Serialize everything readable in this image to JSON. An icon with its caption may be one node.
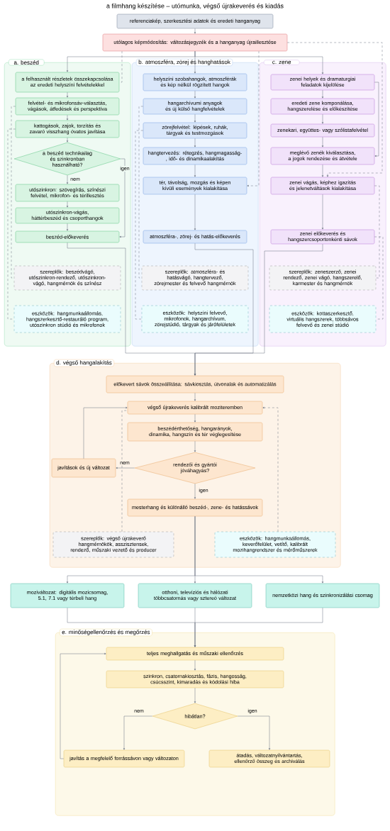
{
  "diagram": {
    "title": "a filmhang készítése – utómunka, végső újrakeverés és kiadás",
    "nodes": [
      {
        "text": [
          "referenciakép, szerkesztési adatok és eredeti hanganyag"
        ]
      },
      {
        "text": [
          "utólagos képmódosítás: változásjegyzék és a hanganyag újraillesztése"
        ]
      },
      {
        "text": [
          "a. beszéd"
        ]
      },
      {
        "text": [
          "b. atmoszféra, zörej és hanghatások"
        ]
      },
      {
        "text": [
          "c. zene"
        ]
      },
      {
        "text": [
          "a felhasznált részletek összekapcsolása az eredeti helyszíni felvételekkel"
        ],
        "in": 2
      },
      {
        "text": [
          "felvétel- és mikrofonsáv-választás, vágások, átfedések és perspektíva"
        ],
        "in": 2
      },
      {
        "text": [
          "kattogások, zajok, torzítás és zavaró visszhang óvatos javítása"
        ],
        "in": 2
      },
      {
        "text": [
          "a beszéd technikailag és szinkronban használható?"
        ],
        "in": 2
      },
      {
        "text": [
          "utószinkron: szövegírás, színészi felvétel, mikrofon- és térillesztés"
        ],
        "in": 2
      },
      {
        "text": [
          "utószinkron-vágás, háttérbeszéd és csoporthangok"
        ],
        "in": 2
      },
      {
        "text": [
          "beszéd-előkeverés"
        ],
        "in": 2
      },
      {
        "text": [
          "szereplők: beszédvágó, utószinkron-rendező, utószinkron-vágó, hangmérnök és színész"
        ],
        "in": 2
      },
      {
        "text": [
          "eszközök: hangmunkaállomás, hangszerkesztő-restauráló program, utószinkron stúdió és mikrofonok"
        ],
        "in": 2
      },
      {
        "text": [
          "helyszíni szobahangok, atmoszférák és kép nélkül rögzített hangok"
        ],
        "in": 3
      },
      {
        "text": [
          "hangarchívumi anyagok és új külső hangfelvételek"
        ],
        "in": 3
      },
      {
        "text": [
          "zörejfelvétel: lépések, ruhák, tárgyak és testmozgások"
        ],
        "in": 3
      },
      {
        "text": [
          "hangtervezés: rétegzés, hangmagasság-, idő- és dinamikaalakítás"
        ],
        "in": 3
      },
      {
        "text": [
          "tér, távolság, mozgás és képen kívüli események kialakítása"
        ],
        "in": 3
      },
      {
        "text": [
          "atmoszféra-, zörej- és hatás-előkeverés"
        ],
        "in": 3
      },
      {
        "text": [
          "szereplők: atmoszféra- és hatásvágó, hangtervező, zörejmester és felvevő hangmérnök"
        ],
        "in": 3
      },
      {
        "text": [
          "eszközök: helyszíni felvevő, mikrofonok, hangarchívum, zörejstúdió, tárgyak és járófelületek"
        ],
        "in": 3
      },
      {
        "text": [
          "zenei helyek és dramaturgiai feladatok kijelölése"
        ],
        "in": 4
      },
      {
        "text": [
          "eredeti zene komponálása, hangszerelése és előkészítése"
        ],
        "in": 4
      },
      {
        "text": [
          "zenekari, együttes- vagy szólistafelvétel"
        ],
        "in": 4
      },
      {
        "text": [
          "meglévő zenék kiválasztása, a jogok rendezése és átvétele"
        ],
        "in": 4
      },
      {
        "text": [
          "zenei vágás, képhez igazítás és jelenetváltások kialakítása"
        ],
        "in": 4
      },
      {
        "text": [
          "zenei előkeverés és hangszercsoportonkénti sávok"
        ],
        "in": 4
      },
      {
        "text": [
          "szereplők: zeneszerző, zenei rendező, zenei vágó, hangszerelő, karmester és hangmérnök"
        ],
        "in": 4
      },
      {
        "text": [
          "eszközök: kottaszerkesztő, virtuális hangszerek, többsávos felvevő és zenei stúdió"
        ],
        "in": 4
      },
      {
        "text": [
          "d. végső hangalakítás"
        ]
      },
      {
        "text": [
          "előkevert sávok összeállítása: sávkiosztás, útvonalak és automatizálás"
        ],
        "in": 30
      },
      {
        "text": [
          "végső újrakeverés kalibrált moziteremben"
        ],
        "in": 30
      },
      {
        "text": [
          "beszédérthetőség, hangarányok, dinamika, hangszín és tér véglegesítése"
        ],
        "in": 30
      },
      {
        "text": [
          "javítások és új változat"
        ],
        "in": 30
      },
      {
        "text": [
          "rendezői és gyártói jóváhagyás?"
        ],
        "in": 30
      },
      {
        "text": [
          "mesterhang és különálló beszéd-, zene- és hatássávok"
        ],
        "in": 30
      },
      {
        "text": [
          "szereplők: végső újrakeverő hangmérnökök, asszisztensek, rendező, műszaki vezető és producer"
        ],
        "in": 30
      },
      {
        "text": [
          "eszközök: hangmunkaállomás, keverőfelület, vetítő, kalibrált mozihangrendszer és mérőműszerek"
        ],
        "in": 30
      },
      {
        "text": [
          "moziváltozat: digitális mozicsomag, 5.1, 7.1 vagy térbeli hang"
        ]
      },
      {
        "text": [
          "otthoni, televíziós és hálózati többcsatornás vagy sztereó változat"
        ]
      },
      {
        "text": [
          "nemzetközi hang és szinkronizálási csomag"
        ]
      },
      {
        "text": [
          "e. minőségellenőrzés és megőrzés"
        ]
      },
      {
        "text": [
          "teljes meghallgatás és műszaki ellenőrzés"
        ],
        "in": 42
      },
      {
        "text": [
          "szinkron, csatornakiosztás, fázis, hangosság, csúcsszint, kimaradás és kódolási hiba"
        ],
        "in": 42
      },
      {
        "text": [
          "hibátlan?"
        ],
        "in": 42
      },
      {
        "text": [
          "javítás a megfelelő forrássávon vagy változaton"
        ],
        "in": 42
      },
      {
        "text": [
          "átadás, változatnyilvántartás, ellenőrző összeg és archiválás"
        ],
        "in": 42
      }
    ],
    "edges": [
      {
        "from": 0,
        "to": 1,
        "arrow": "to"
      },
      {
        "from": 1,
        "to": 5,
        "arrow": "to"
      },
      {
        "from": 1,
        "to": 14,
        "arrow": "to"
      },
      {
        "from": 1,
        "to": 22,
        "arrow": "to"
      },
      {
        "from": 1,
        "to": 5,
        "arrow": "none",
        "style": "dashed"
      },
      {
        "from": 1,
        "to": 18,
        "arrow": "to",
        "style": "dashed"
      },
      {
        "from": 1,
        "to": 26,
        "arrow": "to",
        "style": "dashed"
      },
      {
        "from": 5,
        "to": 6,
        "arrow": "to"
      },
      {
        "from": 6,
        "to": 7,
        "arrow": "to"
      },
      {
        "from": 7,
        "to": 8,
        "arrow": "to"
      },
      {
        "from": 8,
        "to": 9,
        "arrow": "to",
        "label": "nem"
      },
      {
        "from": 8,
        "to": 11,
        "arrow": "to",
        "label": "igen"
      },
      {
        "from": 9,
        "to": 10,
        "arrow": "to"
      },
      {
        "from": 10,
        "to": 11,
        "arrow": "to"
      },
      {
        "from": 14,
        "to": 15,
        "arrow": "to"
      },
      {
        "from": 15,
        "to": 16,
        "arrow": "to"
      },
      {
        "from": 16,
        "to": 17,
        "arrow": "to"
      },
      {
        "from": 17,
        "to": 18,
        "arrow": "to"
      },
      {
        "from": 18,
        "to": 19,
        "arrow": "to"
      },
      {
        "from": 22,
        "to": 23,
        "arrow": "to"
      },
      {
        "from": 23,
        "to": 24,
        "arrow": "to"
      },
      {
        "from": 24,
        "to": 25,
        "arrow": "to"
      },
      {
        "from": 22,
        "to": 25,
        "arrow": "to"
      },
      {
        "from": 25,
        "to": 26,
        "arrow": "to"
      },
      {
        "from": 26,
        "to": 27,
        "arrow": "to"
      },
      {
        "from": 11,
        "to": 31,
        "arrow": "to"
      },
      {
        "from": 19,
        "to": 31,
        "arrow": "to"
      },
      {
        "from": 27,
        "to": 31,
        "arrow": "to"
      },
      {
        "from": 6,
        "to": 12,
        "arrow": "none",
        "style": "dashed"
      },
      {
        "from": 7,
        "to": 13,
        "arrow": "none",
        "style": "dashed"
      },
      {
        "from": 15,
        "to": 20,
        "arrow": "none",
        "style": "dashed"
      },
      {
        "from": 16,
        "to": 21,
        "arrow": "none",
        "style": "dashed"
      },
      {
        "from": 26,
        "to": 28,
        "arrow": "none",
        "style": "dashed"
      },
      {
        "from": 27,
        "to": 29,
        "arrow": "none",
        "style": "dashed"
      },
      {
        "from": 31,
        "to": 32,
        "arrow": "to"
      },
      {
        "from": 32,
        "to": 33,
        "arrow": "to"
      },
      {
        "from": 33,
        "to": 35,
        "arrow": "to"
      },
      {
        "from": 35,
        "to": 34,
        "arrow": "to",
        "label": "nem"
      },
      {
        "from": 34,
        "to": 32,
        "arrow": "to"
      },
      {
        "from": 35,
        "to": 36,
        "arrow": "to",
        "label": "igen"
      },
      {
        "from": 37,
        "to": 32,
        "arrow": "none",
        "style": "dashed"
      },
      {
        "from": 38,
        "to": 32,
        "arrow": "to",
        "style": "dashed"
      },
      {
        "from": 36,
        "to": 39,
        "arrow": "to"
      },
      {
        "from": 36,
        "to": 40,
        "arrow": "to"
      },
      {
        "from": 36,
        "to": 41,
        "arrow": "to"
      },
      {
        "from": 39,
        "to": 43,
        "arrow": "to"
      },
      {
        "from": 40,
        "to": 43,
        "arrow": "to"
      },
      {
        "from": 41,
        "to": 43,
        "arrow": "to"
      },
      {
        "from": 43,
        "to": 44,
        "arrow": "to"
      },
      {
        "from": 44,
        "to": 45,
        "arrow": "to"
      },
      {
        "from": 45,
        "to": 46,
        "arrow": "to",
        "label": "nem"
      },
      {
        "from": 45,
        "to": 47,
        "arrow": "to",
        "label": "igen"
      },
      {
        "from": 46,
        "to": 43,
        "arrow": "to"
      }
    ]
  }
}
